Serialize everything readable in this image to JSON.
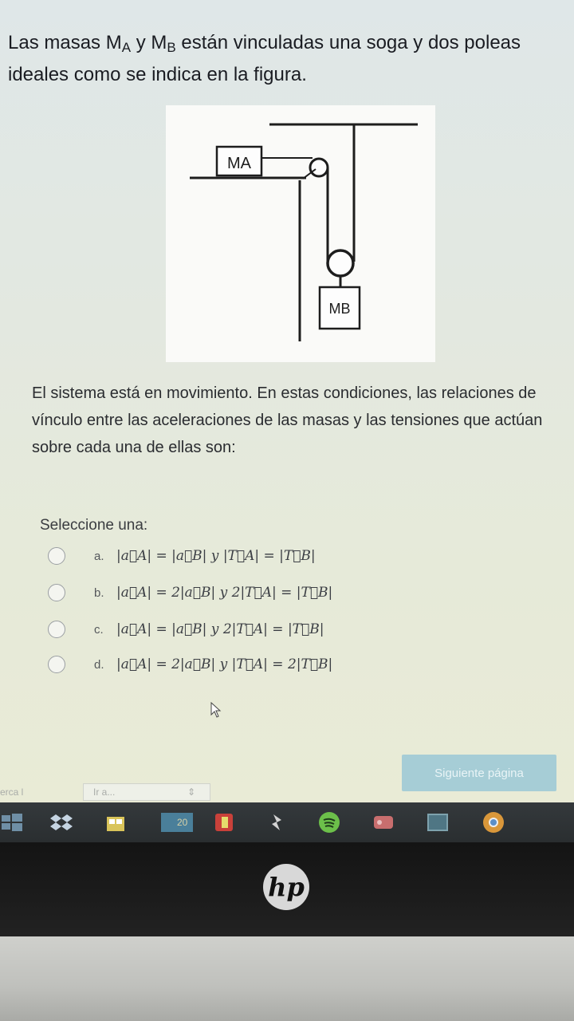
{
  "question": {
    "line1_pre": "Las masas M",
    "sub_a": "A",
    "line1_mid": " y M",
    "sub_b": "B",
    "line1_post": " están vinculadas una soga y dos poleas",
    "line2": "ideales como se indica en la figura."
  },
  "figure": {
    "label_a": "MA",
    "label_b": "MB"
  },
  "body_text": "El sistema está en movimiento. En estas condiciones, las relaciones de vínculo entre las aceleraciones de las masas y las tensiones que actúan sobre cada una de ellas son:",
  "select_label": "Seleccione una:",
  "options": [
    {
      "letter": "a.",
      "formula": "|a⃗A| = |a⃗B| y |T⃗A| = |T⃗B|"
    },
    {
      "letter": "b.",
      "formula": "|a⃗A| = 2|a⃗B| y 2|T⃗A| = |T⃗B|"
    },
    {
      "letter": "c.",
      "formula": "|a⃗A| = |a⃗B| y 2|T⃗A| = |T⃗B|"
    },
    {
      "letter": "d.",
      "formula": "|a⃗A| = 2|a⃗B| y |T⃗A| = 2|T⃗B|"
    }
  ],
  "next_button": "Siguiente página",
  "nav": {
    "prev": "erca l",
    "select": "Ir a...",
    "arrow": "⇕"
  },
  "taskbar": {
    "calendar_num": "20"
  },
  "laptop": {
    "logo": "hp"
  }
}
